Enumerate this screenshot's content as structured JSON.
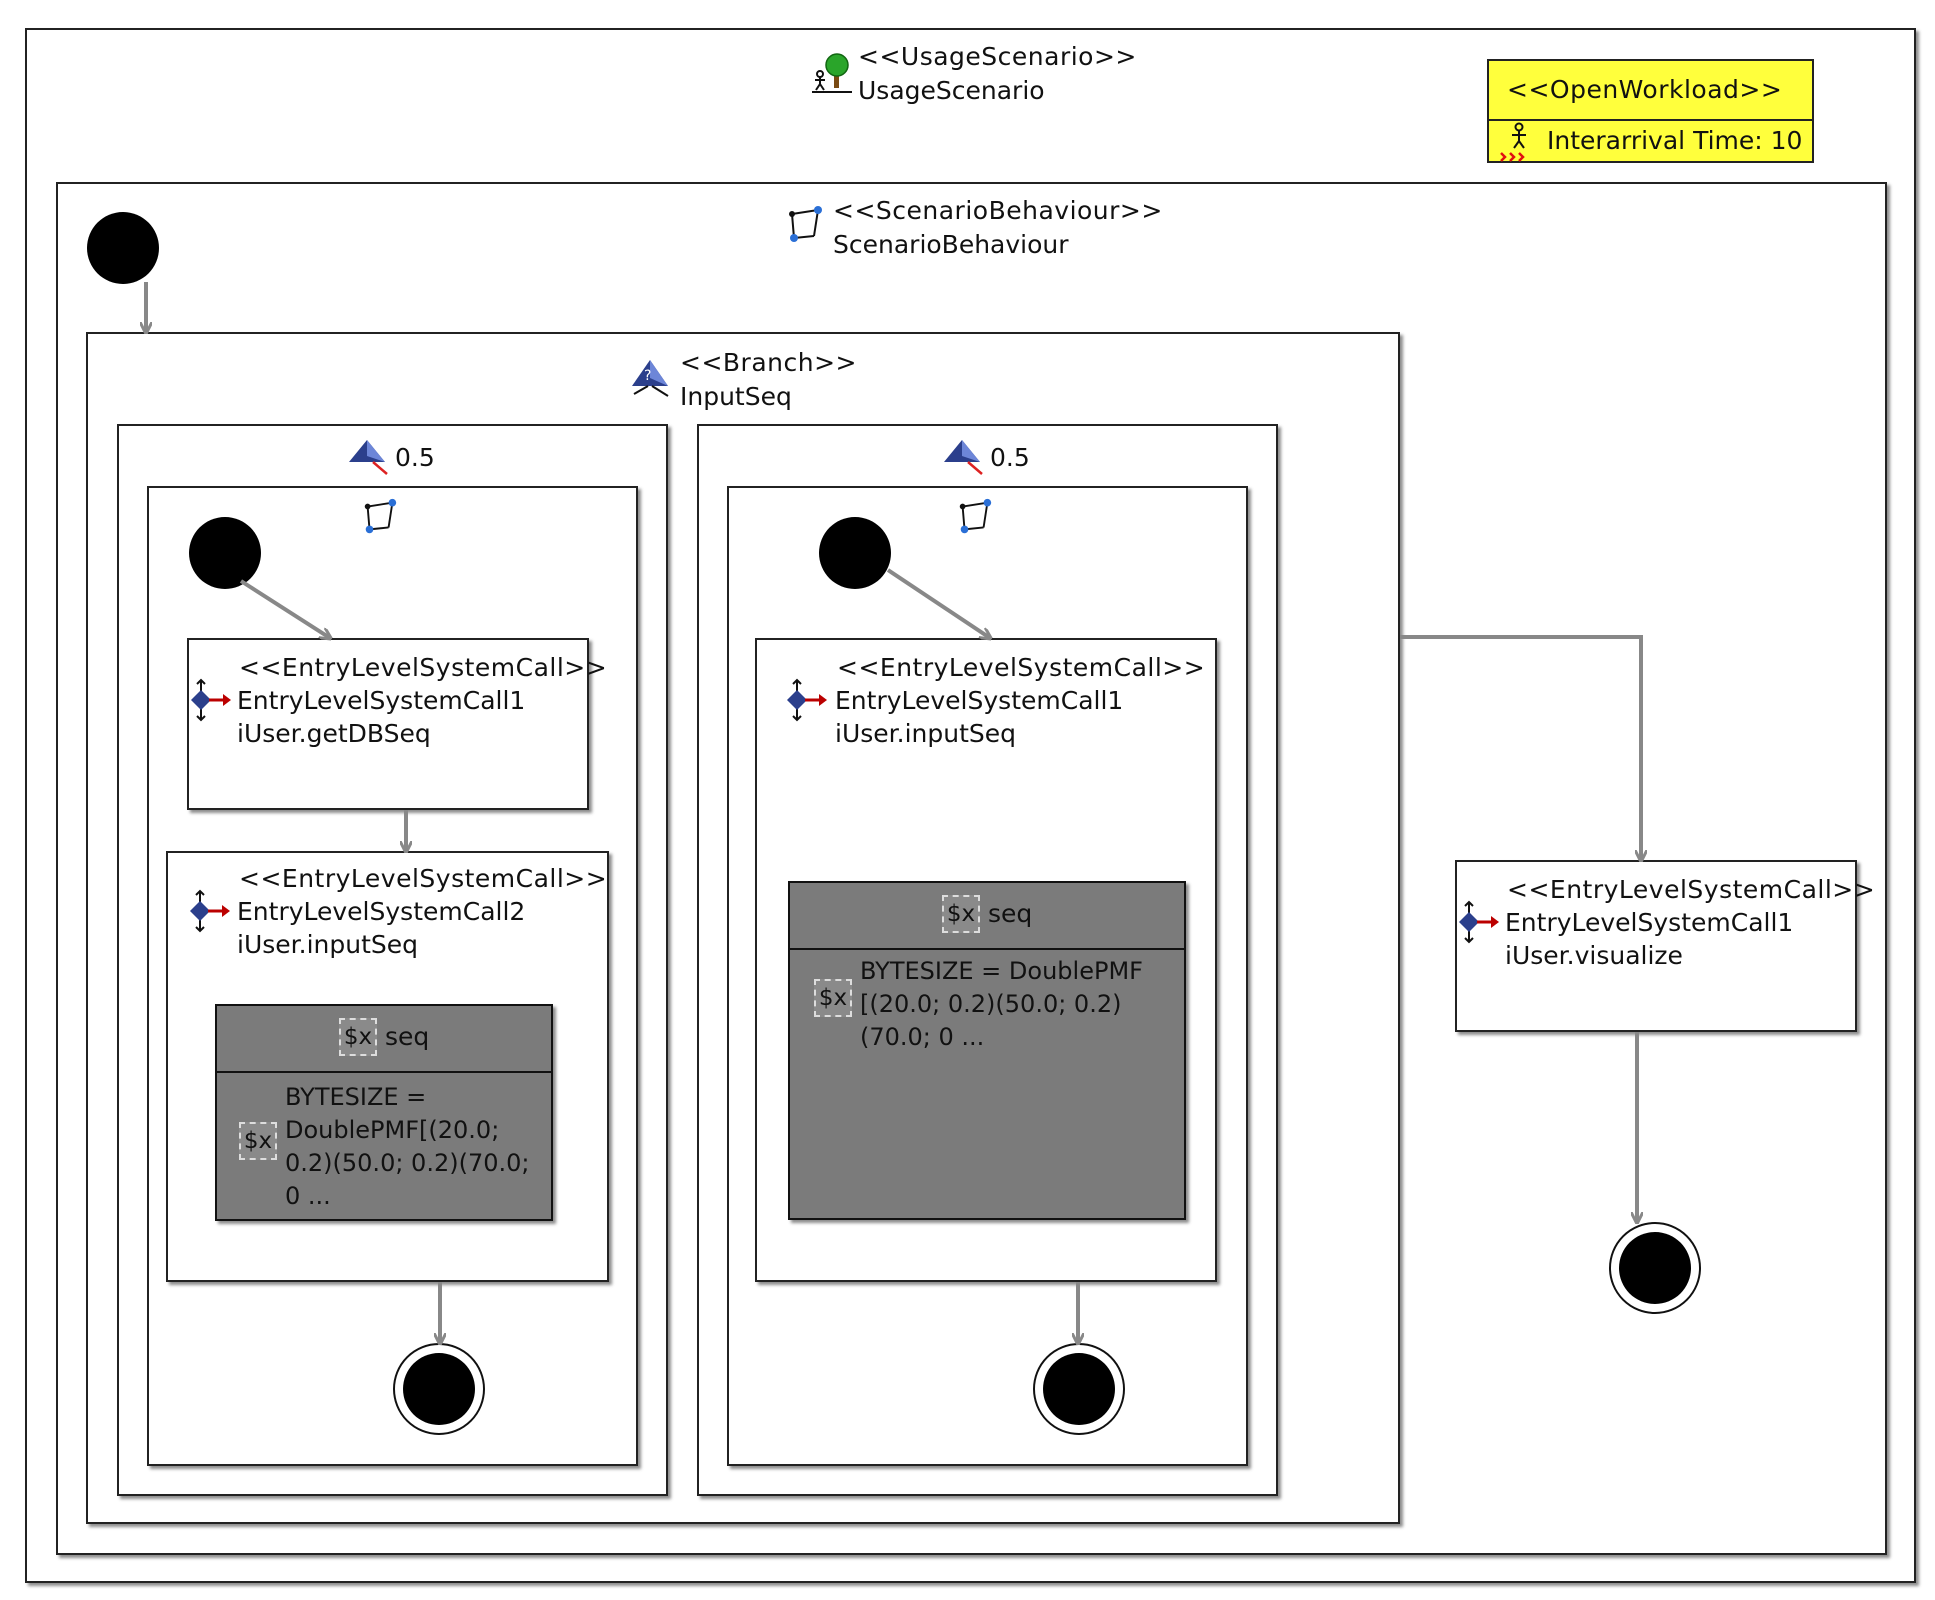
{
  "usage_scenario": {
    "stereotype": "<<UsageScenario>>",
    "name": "UsageScenario",
    "icon": "usage-scenario-icon"
  },
  "open_workload": {
    "stereotype": "<<OpenWorkload>>",
    "interarrival": "Interarrival Time: 10",
    "fill_color": "#ffff3c"
  },
  "scenario_behaviour": {
    "stereotype": "<<ScenarioBehaviour>>",
    "name": "ScenarioBehaviour"
  },
  "branch": {
    "stereotype": "<<Branch>>",
    "name": "InputSeq"
  },
  "branch_transitions": [
    {
      "probability": "0.5",
      "calls": [
        {
          "stereotype": "<<EntryLevelSystemCall>>",
          "name": "EntryLevelSystemCall1",
          "signature": "iUser.getDBSeq"
        },
        {
          "stereotype": "<<EntryLevelSystemCall>>",
          "name": "EntryLevelSystemCall2",
          "signature": "iUser.inputSeq",
          "variable": {
            "badge": "$x",
            "name": "seq",
            "lines": [
              "BYTESIZE =",
              "DoublePMF[(20.0;",
              "0.2)(50.0; 0.2)(70.0;",
              "0 ..."
            ]
          }
        }
      ]
    },
    {
      "probability": "0.5",
      "calls": [
        {
          "stereotype": "<<EntryLevelSystemCall>>",
          "name": "EntryLevelSystemCall1",
          "signature": "iUser.inputSeq",
          "variable": {
            "badge": "$x",
            "name": "seq",
            "lines": [
              "BYTESIZE = DoublePMF",
              "[(20.0; 0.2)(50.0; 0.2)",
              "(70.0; 0 ..."
            ]
          }
        }
      ]
    }
  ],
  "final_call": {
    "stereotype": "<<EntryLevelSystemCall>>",
    "name": "EntryLevelSystemCall1",
    "signature": "iUser.visualize"
  }
}
